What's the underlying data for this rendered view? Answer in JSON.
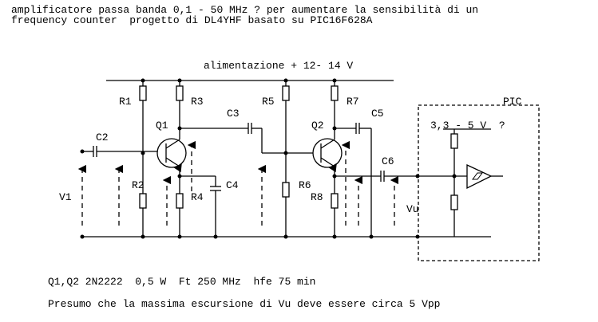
{
  "title_line1": "amplificatore passa banda 0,1 - 50 MHz ? per aumentare la sensibilità di un",
  "title_line2": "frequency counter  progetto di DL4YHF basato su PIC16F628A",
  "supply_label": "alimentazione + 12- 14 V",
  "labels": {
    "R1": "R1",
    "R2": "R2",
    "R3": "R3",
    "R4": "R4",
    "R5": "R5",
    "R6": "R6",
    "R7": "R7",
    "R8": "R8",
    "C2": "C2",
    "C3": "C3",
    "C4": "C4",
    "C5": "C5",
    "C6": "C6",
    "Q1": "Q1",
    "Q2": "Q2",
    "V1": "V1",
    "Vu": "Vu",
    "PIC": "PIC",
    "pic_supply": "3,3 - 5 V  ?"
  },
  "note_transistors": "Q1,Q2 2N2222  0,5 W  Ft 250 MHz  hfe 75 min",
  "note_output": "Presumo che la massima escursione di Vu deve essere circa 5 Vpp"
}
